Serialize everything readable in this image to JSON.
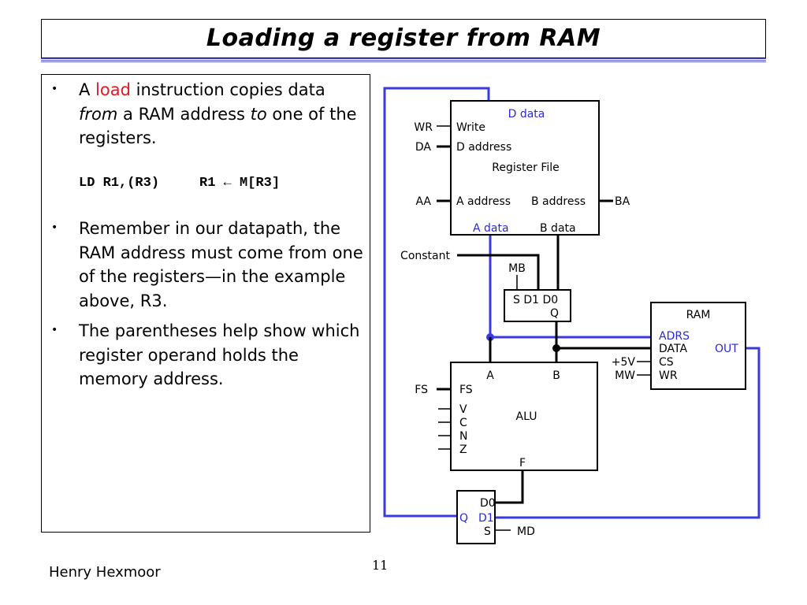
{
  "slide": {
    "title": "Loading a register from RAM",
    "author": "Henry Hexmoor",
    "page_number": "11"
  },
  "bullets": [
    {
      "marker": "•",
      "parts": [
        "A ",
        "load",
        " instruction copies data ",
        "from",
        " a RAM address ",
        "to",
        " one of the registers."
      ],
      "code_left": "LD R1,(R3)",
      "code_right": "R1 ← M[R3]"
    },
    {
      "marker": "•",
      "text": "Remember in our datapath, the RAM address must come from one of the registers—in the example above, R3."
    },
    {
      "marker": "•",
      "text": "The parentheses help show which register operand holds the memory address."
    }
  ],
  "colors": {
    "blue_wire": "#3a3ae0",
    "blue_text": "#2a2ad8",
    "red_text": "#e01b24"
  },
  "diagram": {
    "register_file": {
      "title": "Register File",
      "d_data": "D data",
      "write": "Write",
      "d_address": "D address",
      "a_address": "A address",
      "b_address": "B address",
      "a_data": "A data",
      "b_data": "B data",
      "wr": "WR",
      "da": "DA",
      "aa": "AA",
      "ba": "BA"
    },
    "constant": "Constant",
    "mux_b": {
      "label": "MB",
      "inputs": "S D1 D0",
      "output": "Q"
    },
    "ram": {
      "title": "RAM",
      "adrs": "ADRS",
      "data": "DATA",
      "cs": "CS",
      "wr": "WR",
      "out": "OUT",
      "plus5v": "+5V",
      "mw": "MW"
    },
    "alu": {
      "title": "ALU",
      "a": "A",
      "b": "B",
      "fs_in": "FS",
      "fs": "FS",
      "v": "V",
      "c": "C",
      "n": "N",
      "z": "Z",
      "f": "F"
    },
    "mux_d": {
      "d0": "D0",
      "d1": "D1",
      "q": "Q",
      "s": "S",
      "md": "MD"
    }
  }
}
